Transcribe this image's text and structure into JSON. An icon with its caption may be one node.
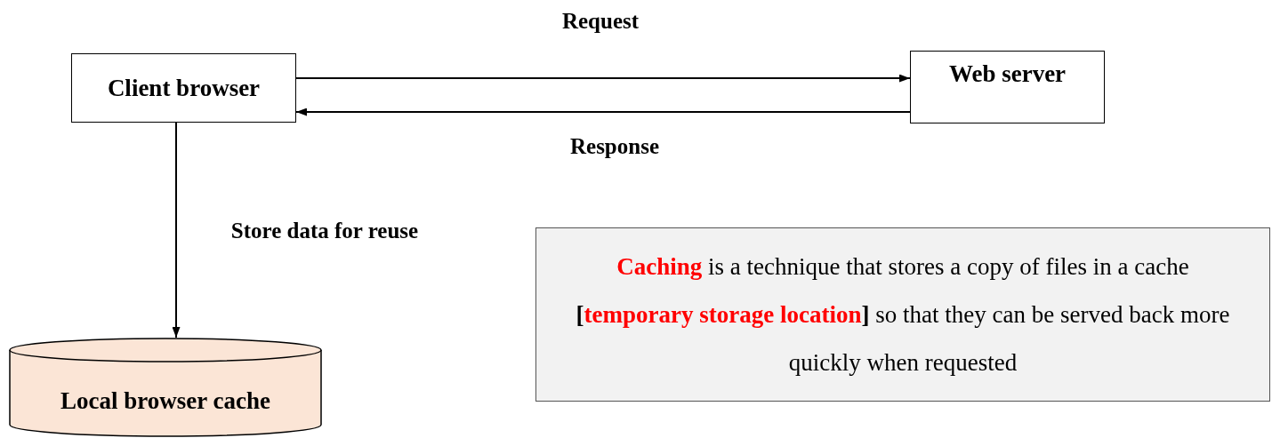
{
  "diagram": {
    "nodes": [
      {
        "text": [
          "Client browser"
        ]
      },
      {
        "text": [
          "Web server"
        ]
      },
      {
        "text": [
          "Local browser cache"
        ]
      },
      {
        "text": [
          "**Caching** is a technique that stores a copy of files in a cache **[****temporary storage location****]** so that they can be served back more quickly when requested"
        ]
      }
    ],
    "edges": [
      {
        "from": 0,
        "to": 1,
        "arrow": "to",
        "label": "Request"
      },
      {
        "from": 1,
        "to": 0,
        "arrow": "to",
        "label": "Response"
      },
      {
        "from": 0,
        "to": 2,
        "arrow": "to",
        "label": "Store data for reuse"
      }
    ]
  }
}
